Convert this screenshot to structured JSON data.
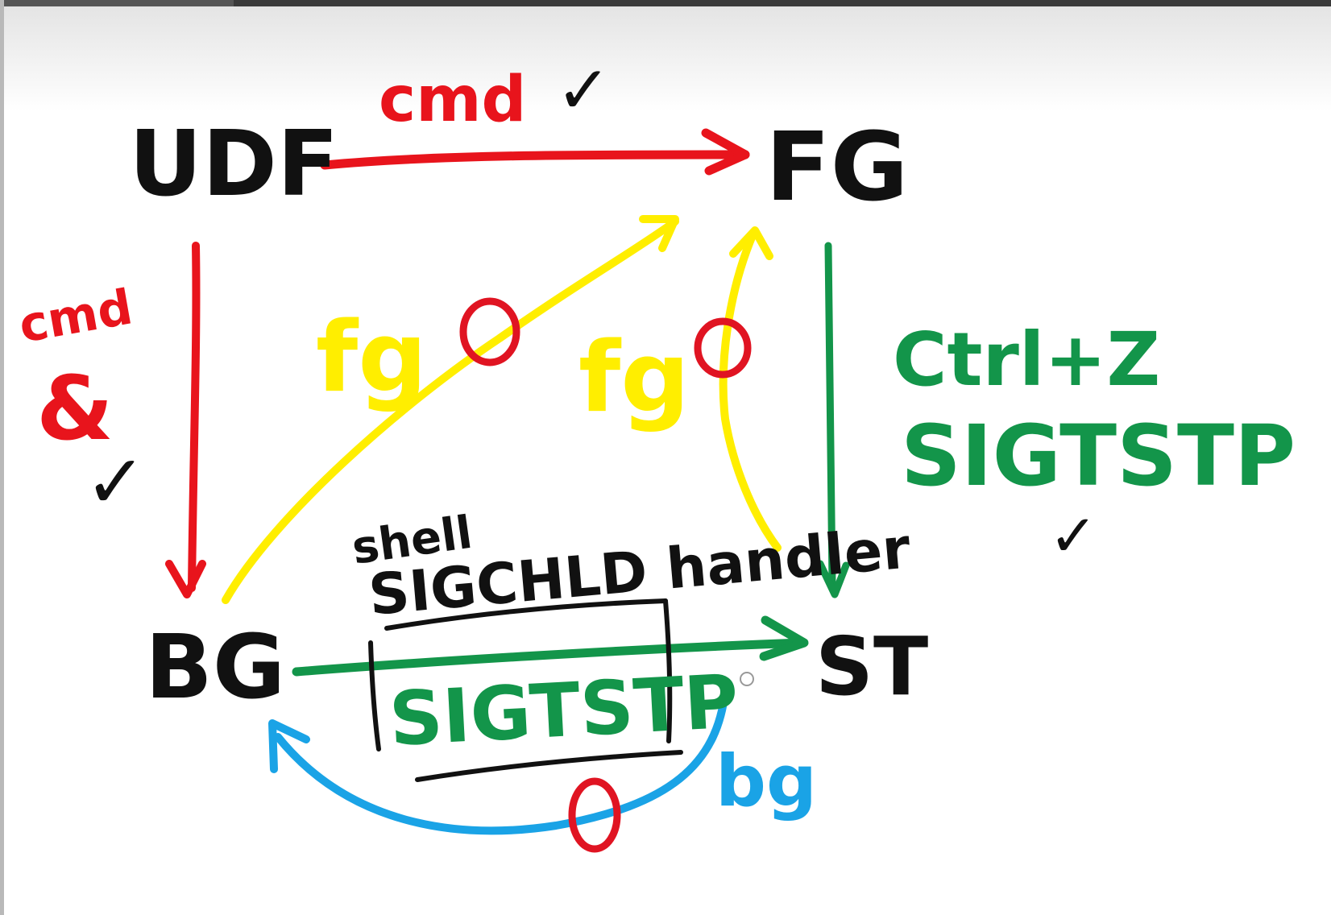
{
  "nodes": {
    "udf": "UDF",
    "fg": "FG",
    "bg": "BG",
    "st": "ST"
  },
  "labels": {
    "cmd_top": "cmd",
    "cmd_left": "cmd",
    "ampersand": "&",
    "fg_left": "fg",
    "fg_right": "fg",
    "ctrl_z": "Ctrl+Z",
    "sigtstp_right": "SIGTSTP",
    "shell": "shell",
    "sigchld_handler": "SIGCHLD handler",
    "sigtstp_bottom": "SIGTSTP",
    "bg_label": "bg"
  },
  "marks": {
    "checkmark": "✓",
    "circle": "O"
  },
  "colors": {
    "black": "#111111",
    "red": "#e8141c",
    "yellow": "#ffee00",
    "green": "#13954a",
    "blue": "#1aa3e6",
    "circle_red": "#e01422"
  }
}
